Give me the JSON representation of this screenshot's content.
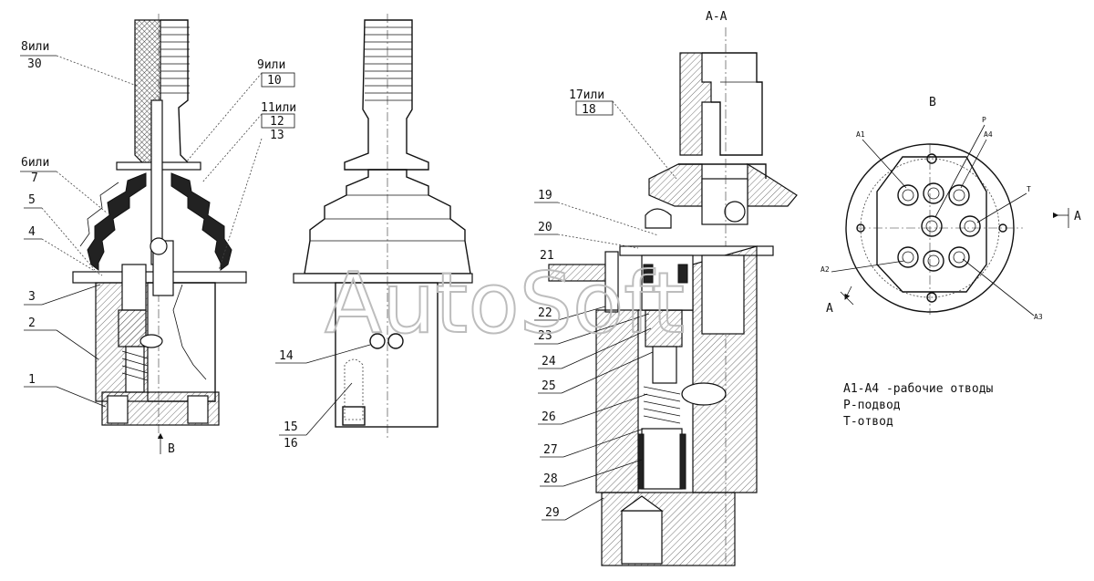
{
  "section_title": "А-А",
  "view_title": "В",
  "callouts_left": [
    {
      "id": "c8",
      "text": "8или"
    },
    {
      "id": "c30",
      "text": "30"
    },
    {
      "id": "c9",
      "text": "9или"
    },
    {
      "id": "c10",
      "text": "10"
    },
    {
      "id": "c11",
      "text": "11или"
    },
    {
      "id": "c12",
      "text": "12"
    },
    {
      "id": "c13",
      "text": "13"
    },
    {
      "id": "c6",
      "text": "6или"
    },
    {
      "id": "c7",
      "text": "7"
    },
    {
      "id": "c5",
      "text": "5"
    },
    {
      "id": "c4",
      "text": "4"
    },
    {
      "id": "c3",
      "text": "3"
    },
    {
      "id": "c2",
      "text": "2"
    },
    {
      "id": "c1",
      "text": "1"
    }
  ],
  "arrow_b_label": "В",
  "callouts_mid": [
    {
      "id": "c14",
      "text": "14"
    },
    {
      "id": "c15",
      "text": "15"
    },
    {
      "id": "c16",
      "text": "16"
    }
  ],
  "callouts_section": [
    {
      "id": "c17",
      "text": "17или"
    },
    {
      "id": "c18",
      "text": "18"
    },
    {
      "id": "c19",
      "text": "19"
    },
    {
      "id": "c20",
      "text": "20"
    },
    {
      "id": "c21",
      "text": "21"
    },
    {
      "id": "c22",
      "text": "22"
    },
    {
      "id": "c23",
      "text": "23"
    },
    {
      "id": "c24",
      "text": "24"
    },
    {
      "id": "c25",
      "text": "25"
    },
    {
      "id": "c26",
      "text": "26"
    },
    {
      "id": "c27",
      "text": "27"
    },
    {
      "id": "c28",
      "text": "28"
    },
    {
      "id": "c29",
      "text": "29"
    }
  ],
  "port_labels": [
    {
      "id": "pA1",
      "text": "A1"
    },
    {
      "id": "pP",
      "text": "P"
    },
    {
      "id": "pA4",
      "text": "A4"
    },
    {
      "id": "pT",
      "text": "T"
    },
    {
      "id": "pA2",
      "text": "A2"
    },
    {
      "id": "pA3",
      "text": "A3"
    }
  ],
  "section_arrow_labels": {
    "right": "А",
    "left": "А"
  },
  "legend": [
    "А1-А4 -рабочие отводы",
    "Р-подвод",
    "Т-отвод"
  ],
  "watermark": "AutoSoft"
}
